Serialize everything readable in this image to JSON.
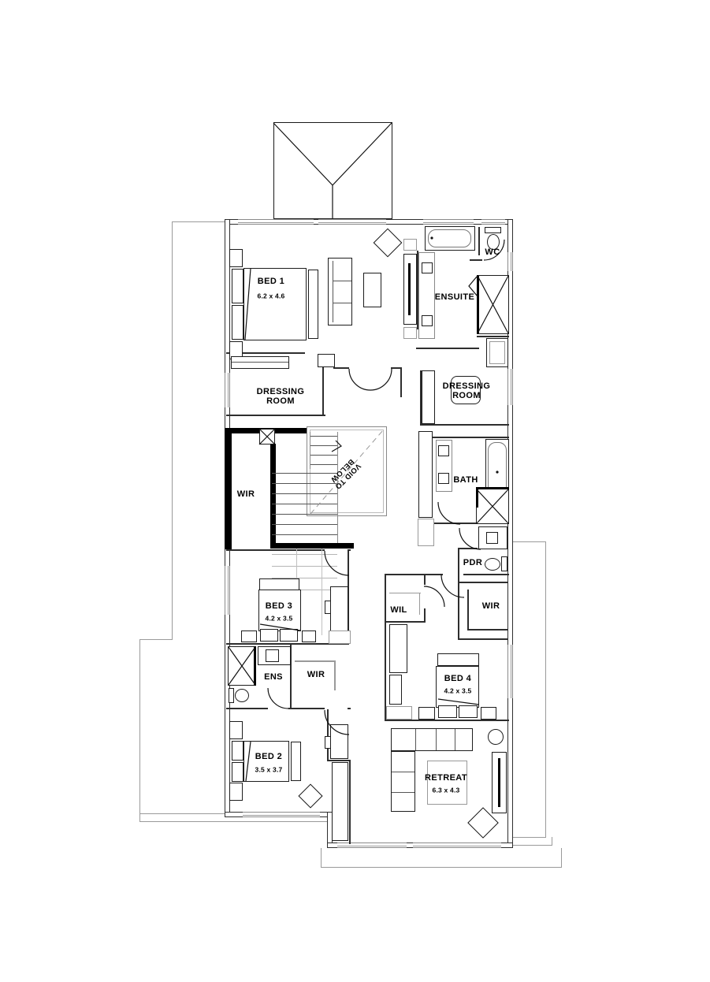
{
  "plan": {
    "title": "first-floor-plan",
    "rooms": {
      "bed1": {
        "label": "BED 1",
        "dim": "6.2 x 4.6"
      },
      "ensuite": {
        "label": "ENSUITE"
      },
      "wc": {
        "label": "WC"
      },
      "dressing_left": {
        "label": "DRESSING ROOM"
      },
      "dressing_right": {
        "label": "DRESSING ROOM"
      },
      "wir_stair": {
        "label": "WIR"
      },
      "void": {
        "label": "VOID TO BELOW"
      },
      "bath": {
        "label": "BATH"
      },
      "pdr": {
        "label": "PDR"
      },
      "wir_right": {
        "label": "WIR"
      },
      "wil": {
        "label": "WIL"
      },
      "bed3": {
        "label": "BED 3",
        "dim": "4.2 x 3.5"
      },
      "ens": {
        "label": "ENS"
      },
      "wir_mid": {
        "label": "WIR"
      },
      "bed4": {
        "label": "BED 4",
        "dim": "4.2 x 3.5"
      },
      "bed2": {
        "label": "BED 2",
        "dim": "3.5 x 3.7"
      },
      "retreat": {
        "label": "RETREAT",
        "dim": "6.3 x 4.3"
      }
    },
    "colors": {
      "wall": "#2e2e2e",
      "thick_wall": "#000000",
      "outline": "#9a9a9a",
      "background": "#ffffff"
    }
  }
}
